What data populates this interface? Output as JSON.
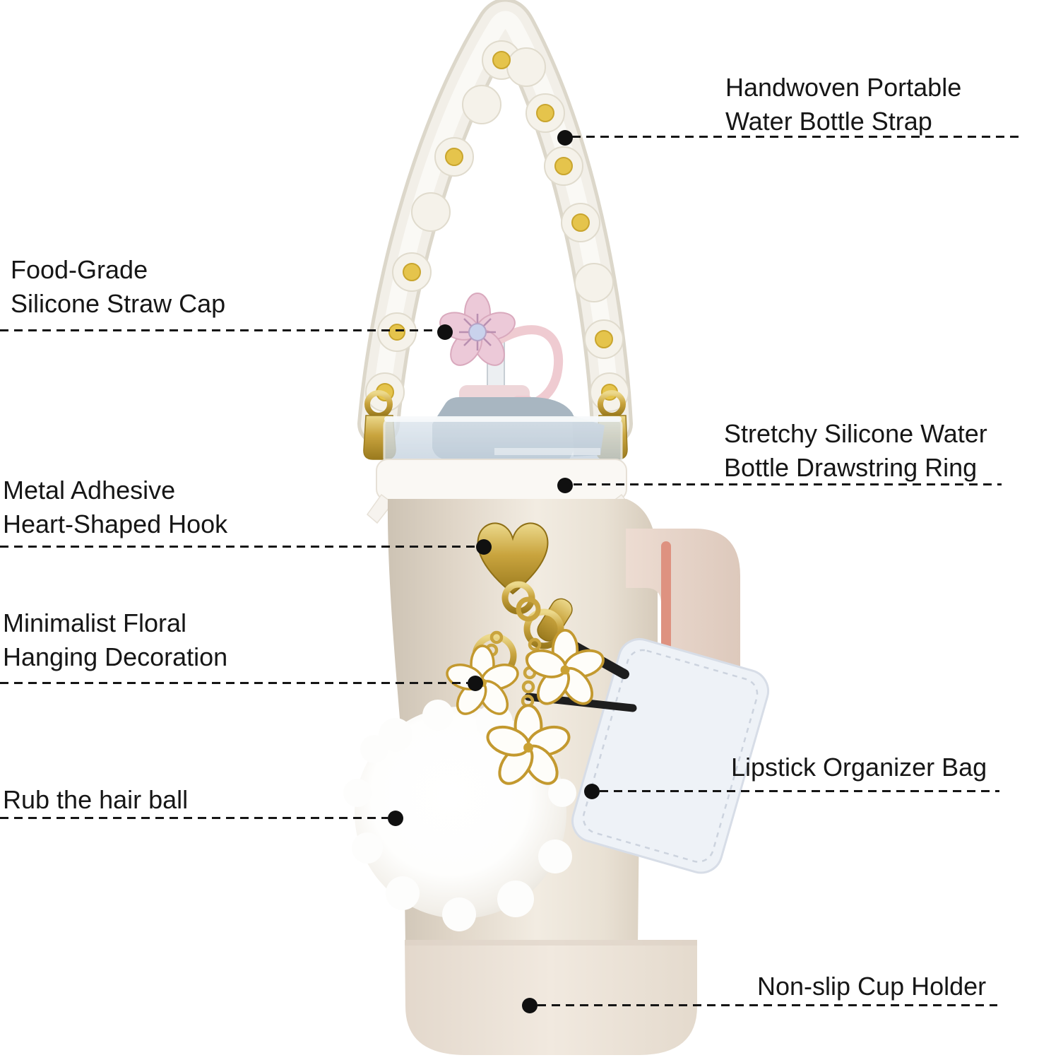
{
  "title": "Tumbler accessories annotated product diagram",
  "callouts": [
    {
      "id": "strap",
      "line1": "Handwoven Portable",
      "line2": "Water Bottle Strap",
      "side": "right"
    },
    {
      "id": "straw-cap",
      "line1": "Food-Grade",
      "line2": "Silicone Straw Cap",
      "side": "left"
    },
    {
      "id": "ring",
      "line1": "Stretchy Silicone Water",
      "line2": "Bottle Drawstring Ring",
      "side": "right"
    },
    {
      "id": "heart-hook",
      "line1": "Metal Adhesive",
      "line2": "Heart-Shaped Hook",
      "side": "left"
    },
    {
      "id": "floral",
      "line1": "Minimalist Floral",
      "line2": "Hanging Decoration",
      "side": "left"
    },
    {
      "id": "lipstick-bag",
      "line1": "Lipstick Organizer Bag",
      "side": "right"
    },
    {
      "id": "pom-pom",
      "line1": "Rub the hair ball",
      "side": "left"
    },
    {
      "id": "cup-holder",
      "line1": "Non-slip Cup Holder",
      "side": "right"
    }
  ],
  "colors": {
    "text": "#161616",
    "leader_line": "#151515",
    "anchor_dot": "#101010",
    "gold_hardware": "#c9a43e",
    "tumbler_body": "#efe8dd",
    "handle": "#e5d3c8",
    "handle_accent": "#de9280",
    "lid_translucent": "#cdd9e4",
    "silicone_band": "#faf8f4",
    "strap_rope": "#f2efe8",
    "daisy_center_yellow": "#e5c44c",
    "straw_cap_pink": "#ecc9d8",
    "lipstick_bag": "#eef2f7",
    "pom_pom": "#ffffff",
    "cup_holder": "#ece2d7"
  }
}
